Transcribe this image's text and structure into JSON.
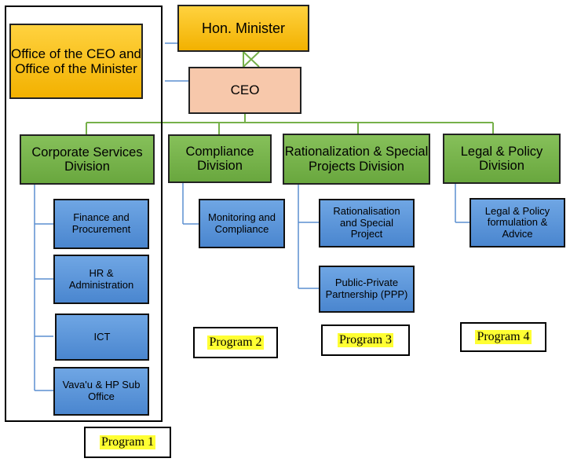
{
  "top": {
    "minister": "Hon. Minister",
    "office": "Office of the CEO and Office of the Minister",
    "ceo": "CEO"
  },
  "divisions": [
    {
      "title": "Corporate Services Division",
      "units": [
        "Finance and Procurement",
        "HR & Administration",
        "ICT",
        "Vava'u & HP Sub Office"
      ],
      "program": "Program 1"
    },
    {
      "title": "Compliance Division",
      "units": [
        "Monitoring and Compliance"
      ],
      "program": "Program 2"
    },
    {
      "title": "Rationalization & Special Projects Division",
      "units": [
        "Rationalisation and Special Project",
        "Public-Private Partnership (PPP)"
      ],
      "program": "Program 3"
    },
    {
      "title": "Legal & Policy Division",
      "units": [
        "Legal & Policy formulation & Advice"
      ],
      "program": "Program 4"
    }
  ],
  "colors": {
    "gold": "#f5b800",
    "peach": "#f7c8ab",
    "green": "#76b04a",
    "blue": "#5b95da",
    "connector_green": "#76b04a",
    "connector_blue": "#5b8fd1",
    "highlight": "#ffff33"
  }
}
